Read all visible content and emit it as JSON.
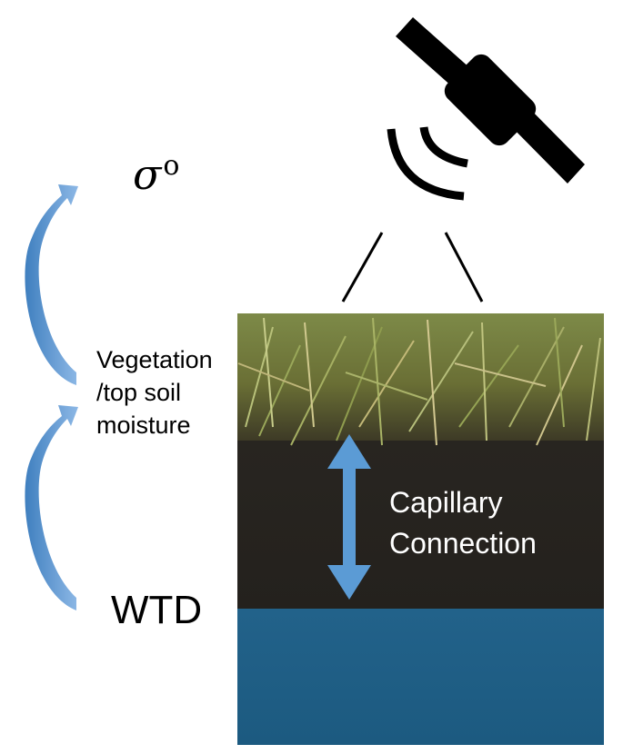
{
  "labels": {
    "sigma_symbol": "σ",
    "sigma_superscript": "o",
    "vegetation_line1": "Vegetation",
    "vegetation_line2": "/top soil",
    "vegetation_line3": "moisture",
    "wtd": "WTD",
    "capillary_line1": "Capillary",
    "capillary_line2": "Connection"
  },
  "icons": {
    "satellite": "satellite-icon",
    "signal": "signal-waves-icon"
  },
  "colors": {
    "curved_arrow": "#5b9bd5",
    "capillary_arrow": "#5b9bd5",
    "grass": "#6f7b3a",
    "soil": "#2a2621",
    "water_table": "#1f5f86",
    "satellite": "#000000"
  }
}
